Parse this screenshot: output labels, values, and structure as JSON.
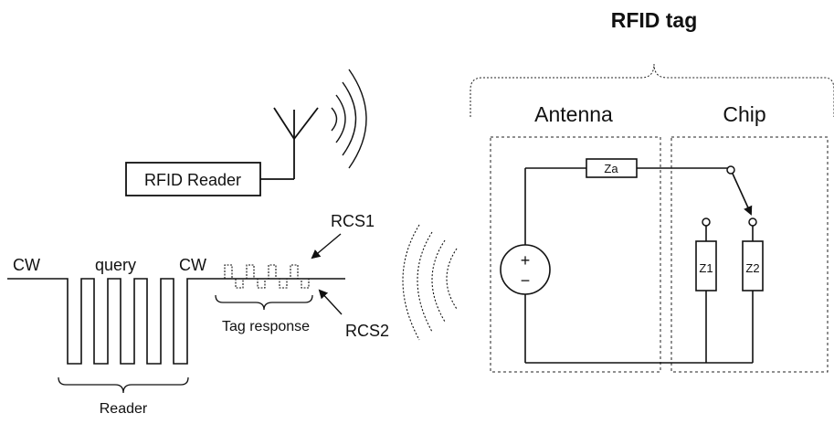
{
  "tag": {
    "title": "RFID tag",
    "antenna_label": "Antenna",
    "chip_label": "Chip",
    "za_label": "Za",
    "z1_label": "Z1",
    "z2_label": "Z2",
    "plus_sign": "+",
    "minus_sign": "−"
  },
  "reader": {
    "box_label": "RFID Reader",
    "bottom_label": "Reader"
  },
  "signal": {
    "cw_left": "CW",
    "query": "query",
    "cw_right": "CW",
    "rcs1": "RCS1",
    "rcs2": "RCS2",
    "tag_response": "Tag response"
  }
}
